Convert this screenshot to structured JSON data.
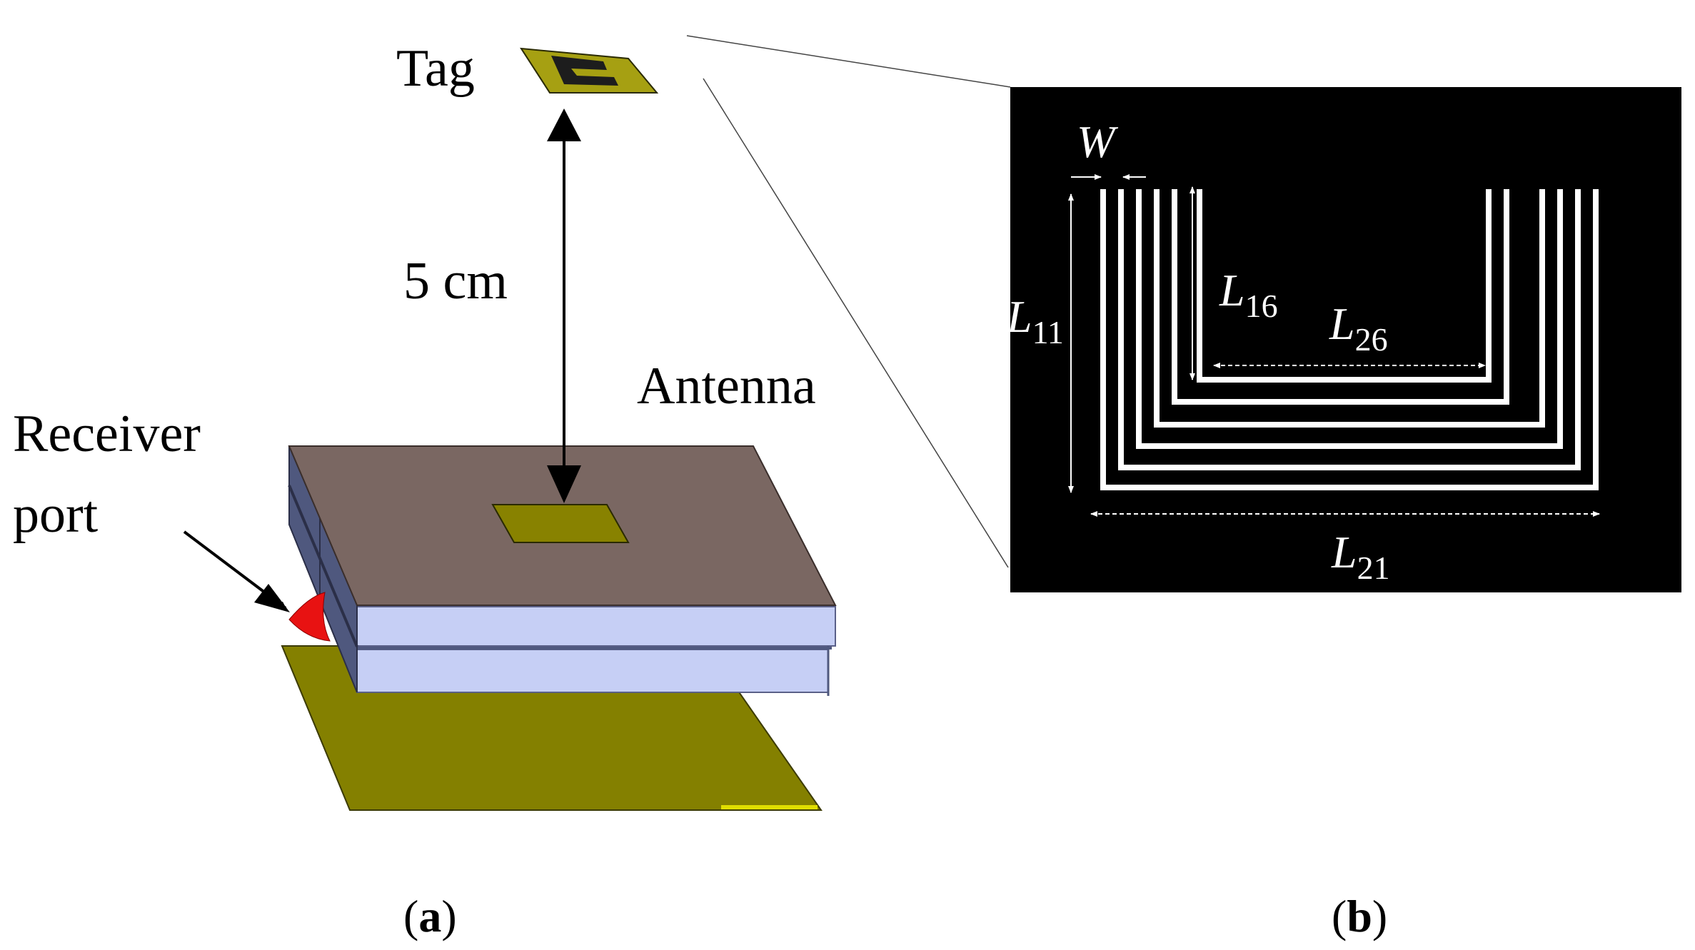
{
  "labels": {
    "tag": "Tag",
    "distance": "5 cm",
    "antenna": "Antenna",
    "receiver_line1": "Receiver",
    "receiver_line2": "port"
  },
  "dimensions": {
    "w": "W",
    "l11": {
      "main": "L",
      "sub": "11"
    },
    "l16": {
      "main": "L",
      "sub": "16"
    },
    "l26": {
      "main": "L",
      "sub": "26"
    },
    "l21": {
      "main": "L",
      "sub": "21"
    }
  },
  "captions": {
    "a": {
      "open": "(",
      "letter": "a",
      "close": ")"
    },
    "b": {
      "open": "(",
      "letter": "b",
      "close": ")"
    }
  },
  "colors": {
    "board_top": "#7a6762",
    "substrate_side": "#c6cff5",
    "layer_edge": "#4f587e",
    "ground_plane": "#848000",
    "patch": "#888200",
    "port": "#e81212",
    "coil_bg": "#000000",
    "coil_trace": "#ffffff"
  }
}
